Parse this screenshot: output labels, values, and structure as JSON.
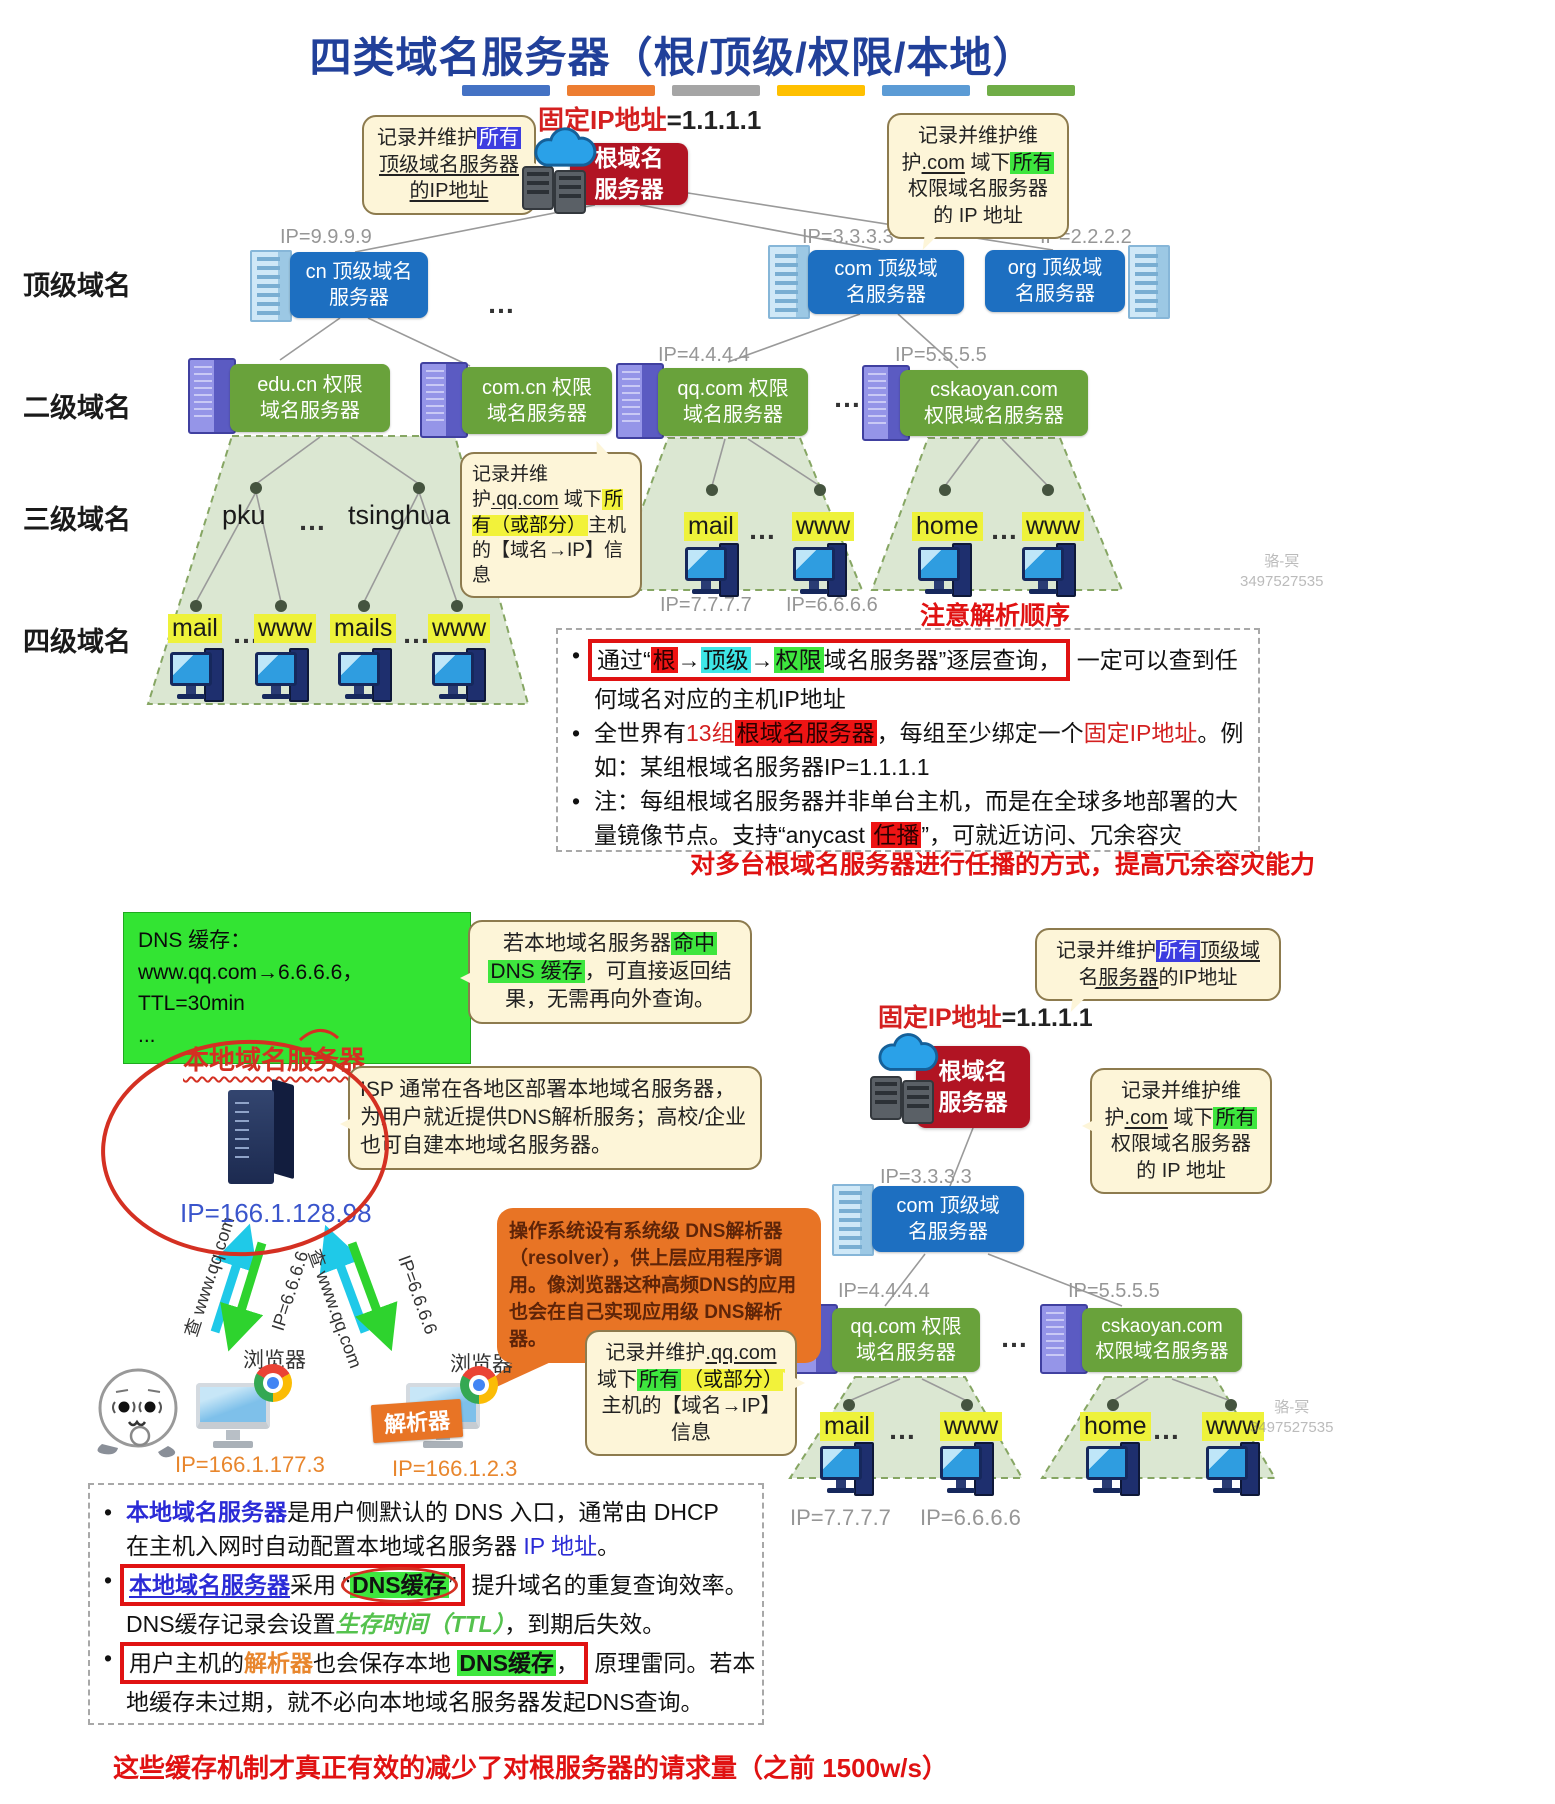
{
  "title": "四类域名服务器（根/顶级/权限/本地）",
  "legend_colors": [
    "#4472c4",
    "#ed7d31",
    "#a5a5a5",
    "#ffc000",
    "#5b9bd5",
    "#70ad47"
  ],
  "ellipsis": "…",
  "watermark": {
    "name": "骆-冥",
    "number": "3497527535"
  },
  "levels": [
    "顶级域名",
    "二级域名",
    "三级域名",
    "四级域名"
  ],
  "root_top": {
    "fixed_ip": [
      {
        "t": "固定IP地址",
        "c": "t-red b"
      },
      {
        "t": "=1.1.1.1",
        "c": "t-dark b"
      }
    ],
    "box": "根域名\n服务器",
    "callout_left": [
      {
        "t": "记录并维护"
      },
      {
        "t": "所有",
        "c": "hl-blue"
      },
      {
        "t": "顶级域名服务器的IP地址",
        "c": "u"
      }
    ],
    "callout_right": [
      {
        "t": "记录并维护维护"
      },
      {
        "t": ".com",
        "c": "u"
      },
      {
        "t": " 域下"
      },
      {
        "t": "所有",
        "c": "hl-green"
      },
      {
        "t": "权限域名服务器的 IP 地址"
      }
    ]
  },
  "tld": [
    {
      "ip": "IP=9.9.9.9",
      "label": "cn 顶级域名\n服务器"
    },
    {
      "ip": "IP=3.3.3.3",
      "label": "com 顶级域\n名服务器"
    },
    {
      "ip": "IP=2.2.2.2",
      "label": "org 顶级域\n名服务器"
    }
  ],
  "auth": [
    {
      "label": "edu.cn 权限\n域名服务器"
    },
    {
      "label": "com.cn 权限\n域名服务器"
    },
    {
      "ip": "IP=4.4.4.4",
      "label": "qq.com 权限\n域名服务器"
    },
    {
      "ip": "IP=5.5.5.5",
      "label": "cskaoyan.com\n权限域名服务器"
    }
  ],
  "tree_top": {
    "pku": "pku",
    "tsinghua": "tsinghua",
    "l4": [
      "mail",
      "www",
      "mails",
      "www"
    ],
    "qq_children": [
      "mail",
      "www"
    ],
    "qq_ips": [
      "IP=7.7.7.7",
      "IP=6.6.6.6"
    ],
    "cs_children": [
      "home",
      "www"
    ]
  },
  "qq_callout": [
    {
      "t": "记录并维护"
    },
    {
      "t": ".qq.com",
      "c": "u"
    },
    {
      "t": " 域下"
    },
    {
      "t": "所有（或部分）",
      "c": "hl-yellow"
    },
    {
      "t": "主机的【域名→IP】信息"
    }
  ],
  "attention": "注意解析顺序",
  "notes_top": {
    "b1_box": [
      {
        "t": "通过“"
      },
      {
        "t": "根",
        "c": "hl-red2"
      },
      {
        "t": "→"
      },
      {
        "t": "顶级",
        "c": "hl-cyan"
      },
      {
        "t": "→"
      },
      {
        "t": "权限",
        "c": "hl-green"
      },
      {
        "t": "域名服务器”逐层查询，"
      }
    ],
    "b1_rest": [
      {
        "t": " 一定可以查到任"
      }
    ],
    "b1_line2": [
      {
        "t": "何域名对应的主机IP地址"
      }
    ],
    "b2_line1": [
      {
        "t": "全世界有"
      },
      {
        "t": "13组",
        "c": "t-red"
      },
      {
        "t": "根域名服务器",
        "c": "hl-red2"
      },
      {
        "t": "，每组至少绑定一个"
      },
      {
        "t": "固定IP地址",
        "c": "t-red"
      },
      {
        "t": "。例"
      }
    ],
    "b2_line2": [
      {
        "t": "如：某组根域名服务器IP=1.1.1.1"
      }
    ],
    "b3_line1": [
      {
        "t": "注：每组根域名服务器并非单台主机，而是在全球多地部署的大"
      }
    ],
    "b3_line2": [
      {
        "t": "量镜像节点。支持“anycast "
      },
      {
        "t": "任播",
        "c": "hl-red2"
      },
      {
        "t": "”，可就近访问、冗余容灾"
      }
    ]
  },
  "red_note1": "对多台根域名服务器进行任播的方式，提高冗余容灾能力",
  "local": {
    "cache_box": "DNS 缓存：\nwww.qq.com→6.6.6.6，TTL=30min\n...",
    "cache_callout": [
      {
        "t": "若本地域名服务器"
      },
      {
        "t": "命中",
        "c": "hl-green"
      },
      {
        "t": " "
      },
      {
        "t": "DNS 缓存",
        "c": "hl-green"
      },
      {
        "t": "，可直接返回结果，无需再向外查询。"
      }
    ],
    "label": "本地域名服务器",
    "ip": "IP=166.1.128.98",
    "isp_callout": "ISP 通常在各地区部署本地域名服务器，为用户就近提供DNS解析服务；高校/企业也可自建本地域名服务器。",
    "resolver_box": "操作系统设有系统级 DNS解析器（resolver），供上层应用程序调用。像浏览器这种高频DNS的应用也会在自己实现应用级 DNS解析器。",
    "query_label": "查 www.qq.com",
    "answer_label": "IP=6.6.6.6",
    "browser_label": "浏览器",
    "resolver_label": "解析器",
    "host1_ip": "IP=166.1.177.3",
    "host2_ip": "IP=166.1.2.3"
  },
  "root_br": {
    "fixed_ip": [
      {
        "t": "固定IP地址",
        "c": "t-red b"
      },
      {
        "t": "=1.1.1.1",
        "c": "t-dark b"
      }
    ],
    "box": "根域名\n服务器",
    "callout_tld": [
      {
        "t": "记录并维护"
      },
      {
        "t": "所有",
        "c": "hl-blue"
      },
      {
        "t": "顶级域名服务器",
        "c": "u"
      },
      {
        "t": "的IP地址"
      }
    ],
    "callout_com": [
      {
        "t": "记录并维护维护"
      },
      {
        "t": ".com",
        "c": "u"
      },
      {
        "t": " 域下"
      },
      {
        "t": "所有",
        "c": "hl-green"
      },
      {
        "t": "权限域名服务器的 IP 地址"
      }
    ],
    "com_tld": {
      "ip": "IP=3.3.3.3",
      "label": "com 顶级域\n名服务器"
    },
    "qq": {
      "ip": "IP=4.4.4.4",
      "label": "qq.com 权限\n域名服务器"
    },
    "cs": {
      "ip": "IP=5.5.5.5",
      "label": "cskaoyan.com\n权限域名服务器"
    },
    "qq_callout": [
      {
        "t": "记录并维护"
      },
      {
        "t": ".qq.com",
        "c": "u"
      },
      {
        "t": " 域下"
      },
      {
        "t": "所有",
        "c": "hl-green"
      },
      {
        "t": "（或部分）",
        "c": "hl-yellow"
      },
      {
        "t": "主机的"
      },
      {
        "t": "【域名→IP】"
      },
      {
        "t": "信息"
      }
    ],
    "children_qq": [
      "mail",
      "www"
    ],
    "children_cs": [
      "home",
      "www"
    ],
    "ips": [
      "IP=7.7.7.7",
      "IP=6.6.6.6"
    ]
  },
  "notes_bottom": {
    "n1_line1": [
      {
        "t": "本地域名服务器",
        "c": "t-blue b"
      },
      {
        "t": "是用户侧默认的 DNS 入口，通常由 DHCP"
      }
    ],
    "n1_line2": [
      {
        "t": "在主机入网时自动配置本地域名服务器 "
      },
      {
        "t": "IP 地址",
        "c": "t-blue"
      },
      {
        "t": "。"
      }
    ],
    "n2_box": [
      {
        "t": "本地域名服务器",
        "c": "t-blue b u"
      },
      {
        "t": "采用 “"
      },
      {
        "t": "DNS缓存",
        "c": "hl-green circ b"
      },
      {
        "t": "”"
      }
    ],
    "n2_rest": [
      {
        "t": " 提升域名的重复查询效率。"
      }
    ],
    "n2_line2": [
      {
        "t": "DNS缓存记录会设置"
      },
      {
        "t": "生存时间（TTL）",
        "c": "t-green i b"
      },
      {
        "t": "，到期后失效。"
      }
    ],
    "n3_box": [
      {
        "t": "用户主机的"
      },
      {
        "t": "解析器",
        "c": "t-orange b"
      },
      {
        "t": "也会保存本地 "
      },
      {
        "t": "DNS缓存",
        "c": "hl-green b"
      },
      {
        "t": "，"
      }
    ],
    "n3_rest": [
      {
        "t": " 原理雷同。若本"
      }
    ],
    "n3_line2": [
      {
        "t": "地缓存未过期，就不必向本地域名服务器发起DNS查询。"
      }
    ]
  },
  "red_note2": "这些缓存机制才真正有效的减少了对根服务器的请求量（之前 1500w/s）"
}
